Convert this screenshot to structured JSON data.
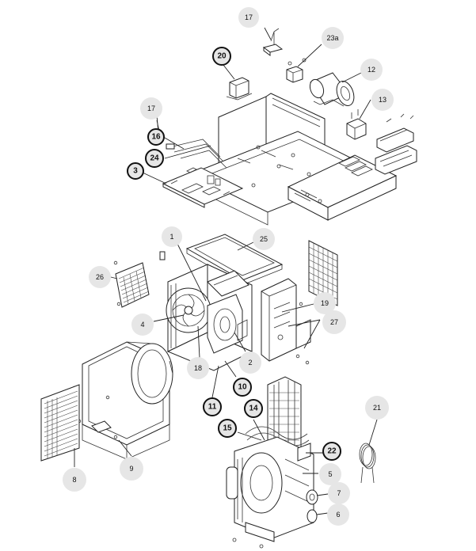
{
  "callouts": [
    {
      "id": "c17a",
      "label": "17",
      "bold": false
    },
    {
      "id": "c23a",
      "label": "23a",
      "bold": false
    },
    {
      "id": "c20",
      "label": "20",
      "bold": true
    },
    {
      "id": "c12",
      "label": "12",
      "bold": false
    },
    {
      "id": "c13",
      "label": "13",
      "bold": false
    },
    {
      "id": "c17b",
      "label": "17",
      "bold": false
    },
    {
      "id": "c16",
      "label": "16",
      "bold": true
    },
    {
      "id": "c24",
      "label": "24",
      "bold": true
    },
    {
      "id": "c3",
      "label": "3",
      "bold": true
    },
    {
      "id": "c1",
      "label": "1",
      "bold": false
    },
    {
      "id": "c25",
      "label": "25",
      "bold": false
    },
    {
      "id": "c26",
      "label": "26",
      "bold": false
    },
    {
      "id": "c19",
      "label": "19",
      "bold": false
    },
    {
      "id": "c27",
      "label": "27",
      "bold": false
    },
    {
      "id": "c4",
      "label": "4",
      "bold": false
    },
    {
      "id": "c18",
      "label": "18",
      "bold": false
    },
    {
      "id": "c2",
      "label": "2",
      "bold": false
    },
    {
      "id": "c10",
      "label": "10",
      "bold": true
    },
    {
      "id": "c11",
      "label": "11",
      "bold": true
    },
    {
      "id": "c14",
      "label": "14",
      "bold": true
    },
    {
      "id": "c15",
      "label": "15",
      "bold": true
    },
    {
      "id": "c21",
      "label": "21",
      "bold": false
    },
    {
      "id": "c22",
      "label": "22",
      "bold": true
    },
    {
      "id": "c5",
      "label": "5",
      "bold": false
    },
    {
      "id": "c7",
      "label": "7",
      "bold": false
    },
    {
      "id": "c6",
      "label": "6",
      "bold": false
    },
    {
      "id": "c8",
      "label": "8",
      "bold": false
    },
    {
      "id": "c9",
      "label": "9",
      "bold": false
    }
  ]
}
